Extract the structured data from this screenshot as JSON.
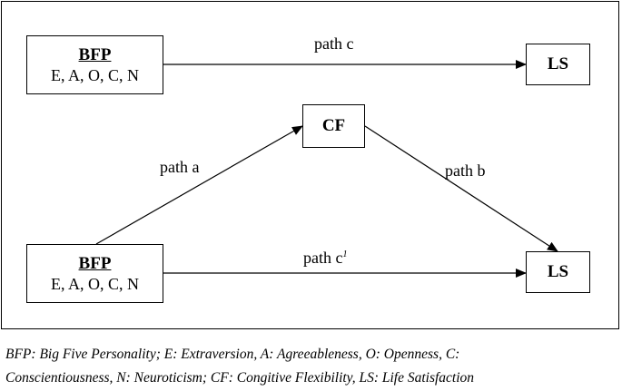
{
  "nodes": {
    "bfp_top": {
      "title": "BFP",
      "sub": "E, A, O, C, N"
    },
    "ls_top": {
      "label": "LS"
    },
    "cf": {
      "label": "CF"
    },
    "bfp_bottom": {
      "title": "BFP",
      "sub": "E, A, O, C, N"
    },
    "ls_bottom": {
      "label": "LS"
    }
  },
  "edges": {
    "path_c": "path c",
    "path_a": "path a",
    "path_b": "path b",
    "path_c_prime": "path c",
    "path_c_prime_sup": "1"
  },
  "caption": {
    "line1": "BFP: Big Five Personality; E: Extraversion, A: Agreeableness, O: Openness, C:",
    "line2": "Conscientiousness, N: Neuroticism; CF: Congitive Flexibility, LS: Life Satisfaction"
  }
}
